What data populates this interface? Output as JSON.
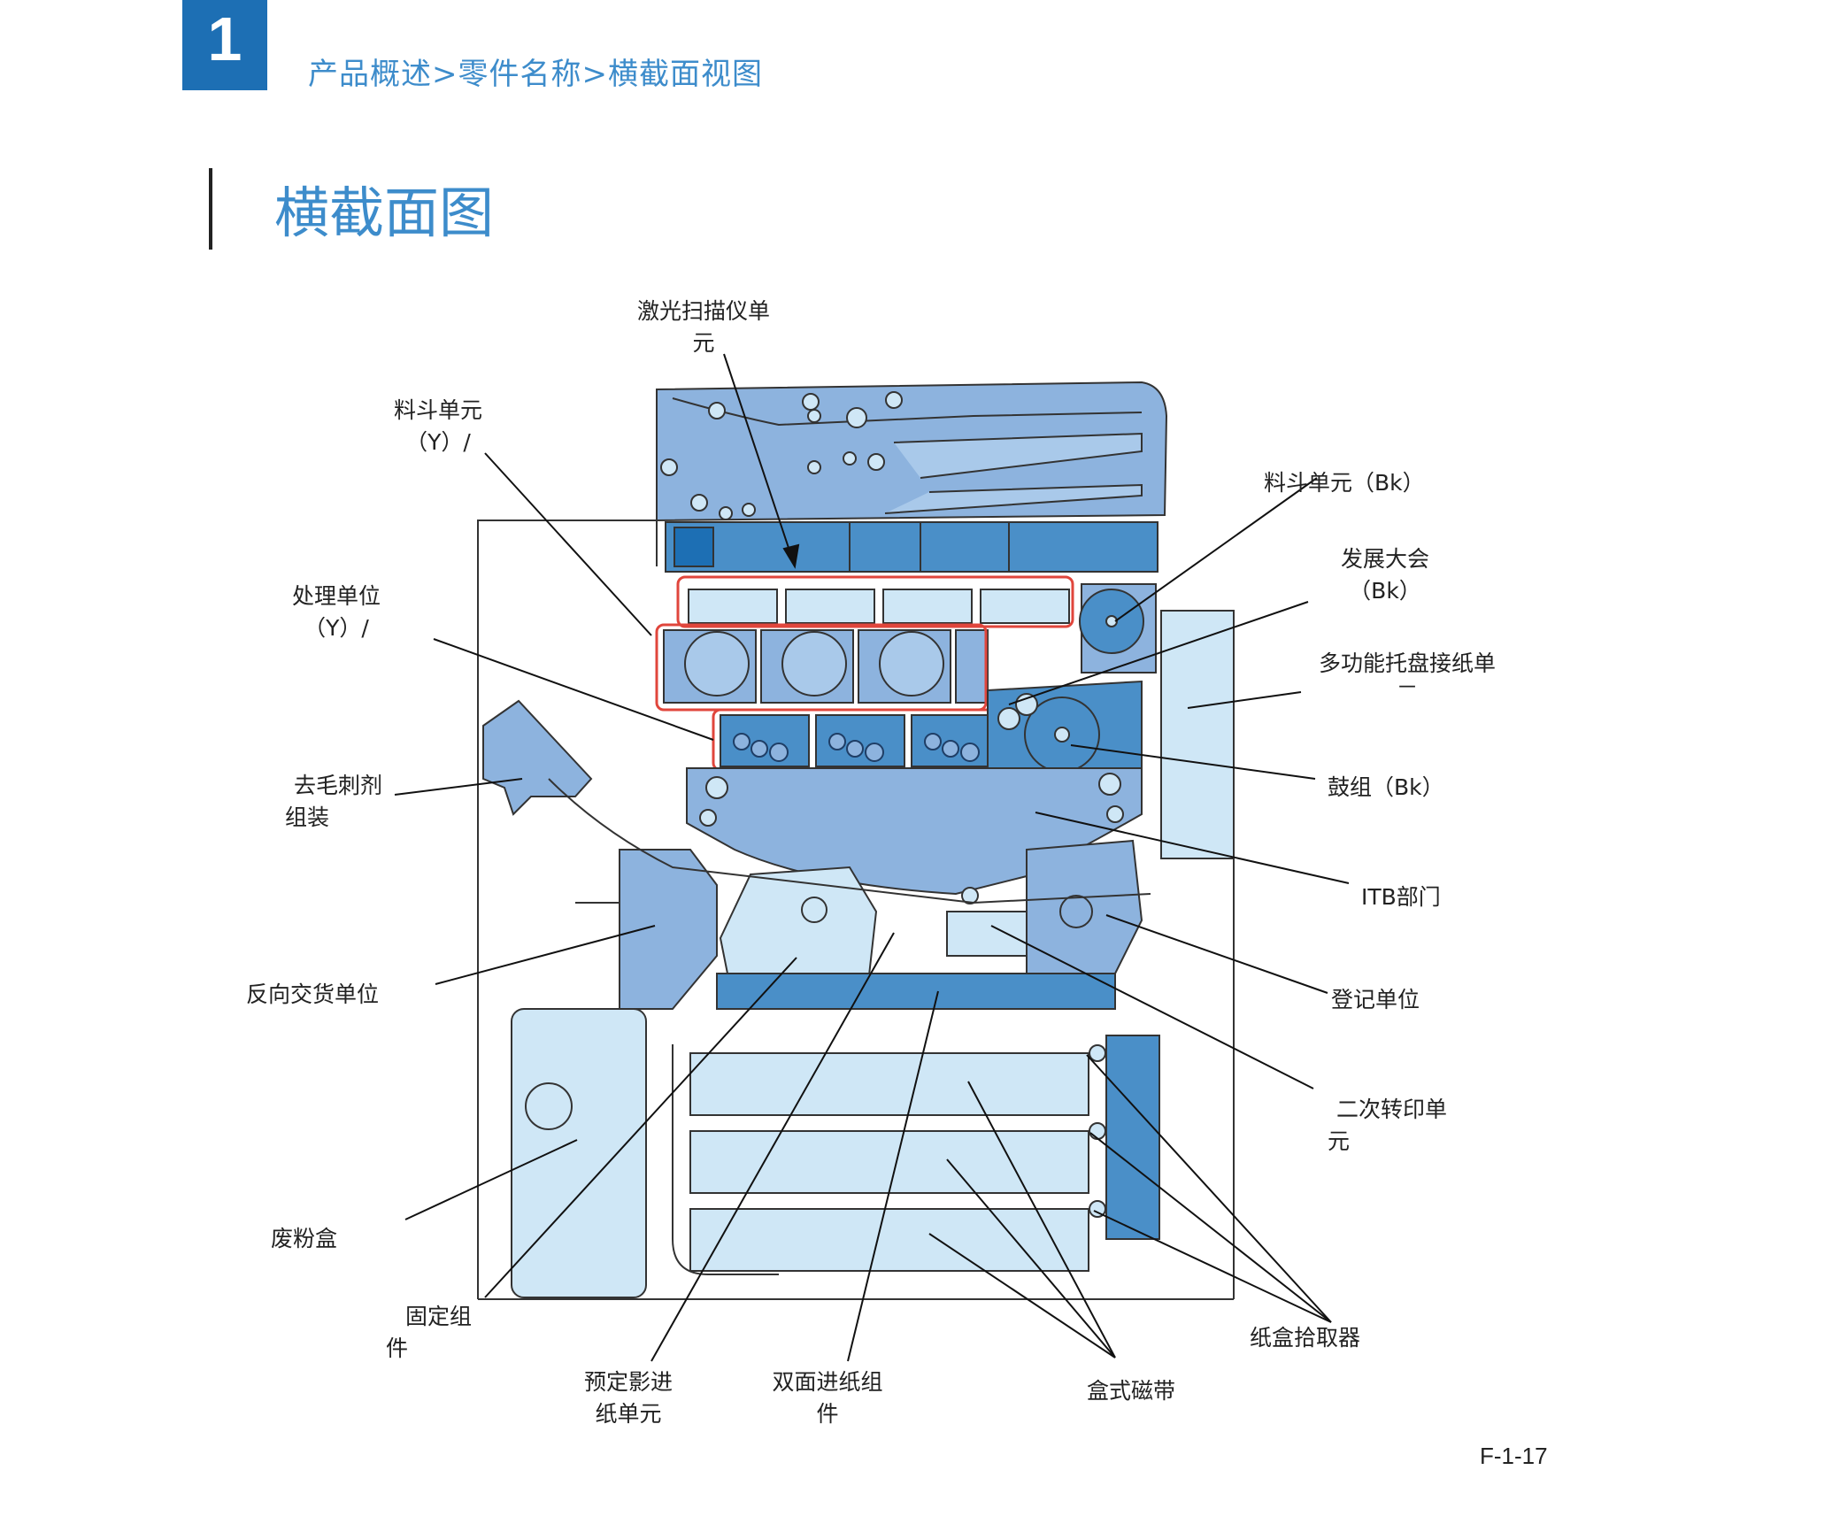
{
  "header": {
    "chapter_number": "1",
    "breadcrumb": "产品概述>零件名称>横截面视图"
  },
  "page_title": "横截面图",
  "colors": {
    "accent_blue": "#1d6fb4",
    "heading_blue": "#3d8ccb",
    "light_blue": "#cfe7f6",
    "mid_blue": "#8db3de",
    "dark_blue": "#4a8fc8",
    "highlight_red": "#e0463c"
  },
  "labels": {
    "laser_scanner": [
      "激光扫描仪单",
      "元"
    ],
    "hopper_y": [
      "料斗单元",
      "（Y）/"
    ],
    "hopper_bk": "料斗单元（Bk）",
    "developing_bk": [
      "发展大会",
      "（Bk）"
    ],
    "process_unit_y": [
      "处理单位",
      "（Y）/"
    ],
    "multi_tray": [
      "多功能托盘接纸单",
      "元"
    ],
    "deburr": [
      "去毛刺剂",
      "组装"
    ],
    "drum_bk": "鼓组（Bk）",
    "itb": "ITB部门",
    "reverse_delivery": "反向交货单位",
    "registration": "登记单位",
    "secondary_transfer": [
      "二次转印单",
      "元"
    ],
    "waste_toner": "废粉盒",
    "cassette_pickup": "纸盒拾取器",
    "fixing": [
      "固定组",
      "件"
    ],
    "pre_registration": [
      "预定影进",
      "纸单元"
    ],
    "duplex_feed": [
      "双面进纸组",
      "件"
    ],
    "cassette": "盒式磁带"
  },
  "figure_number": "F-1-17"
}
